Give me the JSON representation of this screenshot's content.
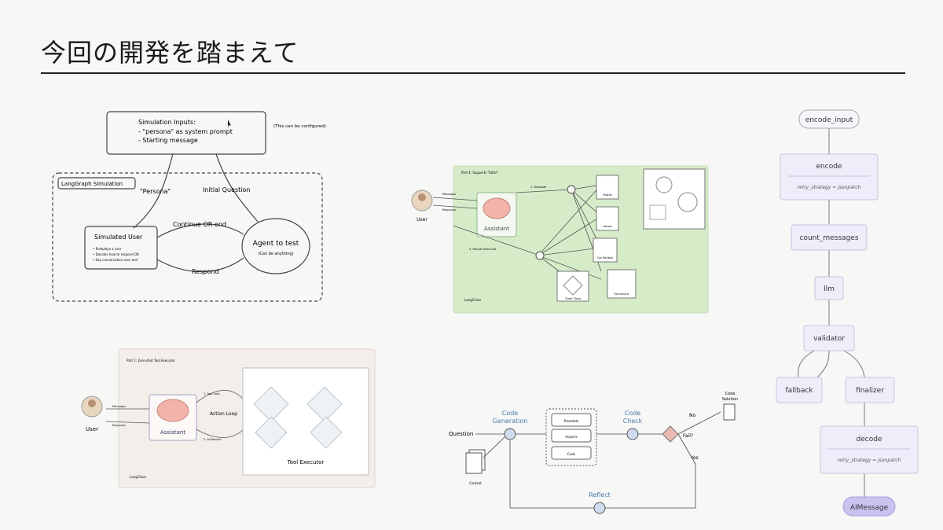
{
  "slide": {
    "title": "今回の開発を踏まえて"
  },
  "sim": {
    "inputs_title": "Simulation Inputs:",
    "inputs_line1": "- \"persona\" as system prompt",
    "inputs_line2": "- Starting message",
    "note": "(This can be configured)",
    "frame_label": "LangGraph Simulation",
    "persona": "\"Persona\"",
    "initial_question": "Initial Question",
    "continue": "Continue OR end",
    "respond": "Respond",
    "user_title": "Simulated User",
    "user_b1": "• Roleplays a user",
    "user_b2": "• Decides how to respond OR",
    "user_b3": "• Say conversation over and",
    "agent_title": "Agent to test",
    "agent_sub": "(Can be anything)"
  },
  "green": {
    "part_label": "Part 4: Supports \"Edits\"",
    "user": "User",
    "messages": "Messages",
    "response": "Response",
    "assistant": "Assistant",
    "delegate": "2. Delegate",
    "results": "3. Results Returned",
    "flights": "Flights",
    "hotels": "Hotels",
    "cars": "Car Rentals",
    "excursions": "Excursions",
    "tools": "\"Safe\" Tools",
    "logo": "LangChain"
  },
  "tool": {
    "part_label": "Part 1: Zero-shot Tool Executor",
    "user": "User",
    "messages": "Messages",
    "response": "Response",
    "assistant": "Assistant",
    "action_loop": "Action Loop",
    "tool_call": "1. Tool Calls",
    "results": "2. All Results",
    "executor": "Tool Executor",
    "logo": "LangChain"
  },
  "code": {
    "question": "Question",
    "context": "Context",
    "gen_line1": "Code",
    "gen_line2": "Generation",
    "prefix": "Preamble",
    "imports": "Imports",
    "code": "Code",
    "check_line1": "Code",
    "check_line2": "Check",
    "fail": "Fail?",
    "no": "No",
    "yes": "Yes",
    "solution_line1": "Code",
    "solution_line2": "Solution",
    "reflect": "Reflect"
  },
  "flow": {
    "encode_input": "encode_input",
    "encode": "encode",
    "encode_retry": "retry_strategy = jsonpatch",
    "count_messages": "count_messages",
    "llm": "llm",
    "validator": "validator",
    "fallback": "fallback",
    "finalizer": "finalizer",
    "decode": "decode",
    "decode_retry": "retry_strategy = jsonpatch",
    "aimessage": "AIMessage"
  }
}
